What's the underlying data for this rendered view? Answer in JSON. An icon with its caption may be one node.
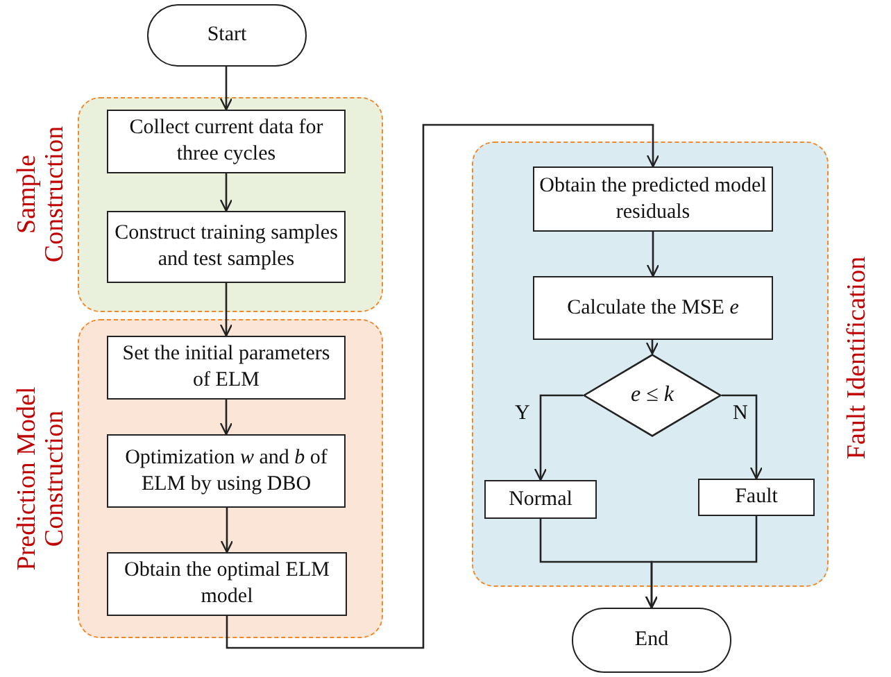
{
  "diagram": {
    "nodes": [
      {
        "text": [
          "Start"
        ]
      },
      {
        "text": [
          "Sample Construction"
        ]
      },
      {
        "text": [
          "Collect current data for three cycles"
        ],
        "in": 1
      },
      {
        "text": [
          "Construct training samples and test samples"
        ],
        "in": 1
      },
      {
        "text": [
          "Prediction Model Construction"
        ]
      },
      {
        "text": [
          "Set the initial parameters of ELM"
        ],
        "in": 4
      },
      {
        "text": [
          "Optimization *w* and *b* of ELM by using DBO"
        ],
        "in": 4
      },
      {
        "text": [
          "Obtain the optimal ELM model"
        ],
        "in": 4
      },
      {
        "text": [
          "Fault Identification"
        ]
      },
      {
        "text": [
          "Obtain the predicted model residuals"
        ],
        "in": 8
      },
      {
        "text": [
          "Calculate the MSE *e*"
        ],
        "in": 8
      },
      {
        "text": [
          "*e* ≤ *k*"
        ],
        "in": 8
      },
      {
        "text": [
          "Normal"
        ],
        "in": 8
      },
      {
        "text": [
          "Fault"
        ],
        "in": 8
      },
      {
        "text": [
          "End"
        ]
      }
    ],
    "edges": [
      {
        "from": 0,
        "to": 2,
        "arrow": "to"
      },
      {
        "from": 2,
        "to": 3,
        "arrow": "to"
      },
      {
        "from": 3,
        "to": 5,
        "arrow": "to"
      },
      {
        "from": 5,
        "to": 6,
        "arrow": "to"
      },
      {
        "from": 6,
        "to": 7,
        "arrow": "to"
      },
      {
        "from": 7,
        "to": 9,
        "arrow": "to"
      },
      {
        "from": 9,
        "to": 10,
        "arrow": "to"
      },
      {
        "from": 10,
        "to": 11,
        "arrow": "to"
      },
      {
        "from": 11,
        "to": 12,
        "arrow": "to",
        "label": "Y"
      },
      {
        "from": 11,
        "to": 13,
        "arrow": "to",
        "label": "N"
      },
      {
        "from": 12,
        "to": 14,
        "arrow": "to"
      },
      {
        "from": 13,
        "to": 14,
        "arrow": "to"
      }
    ]
  }
}
